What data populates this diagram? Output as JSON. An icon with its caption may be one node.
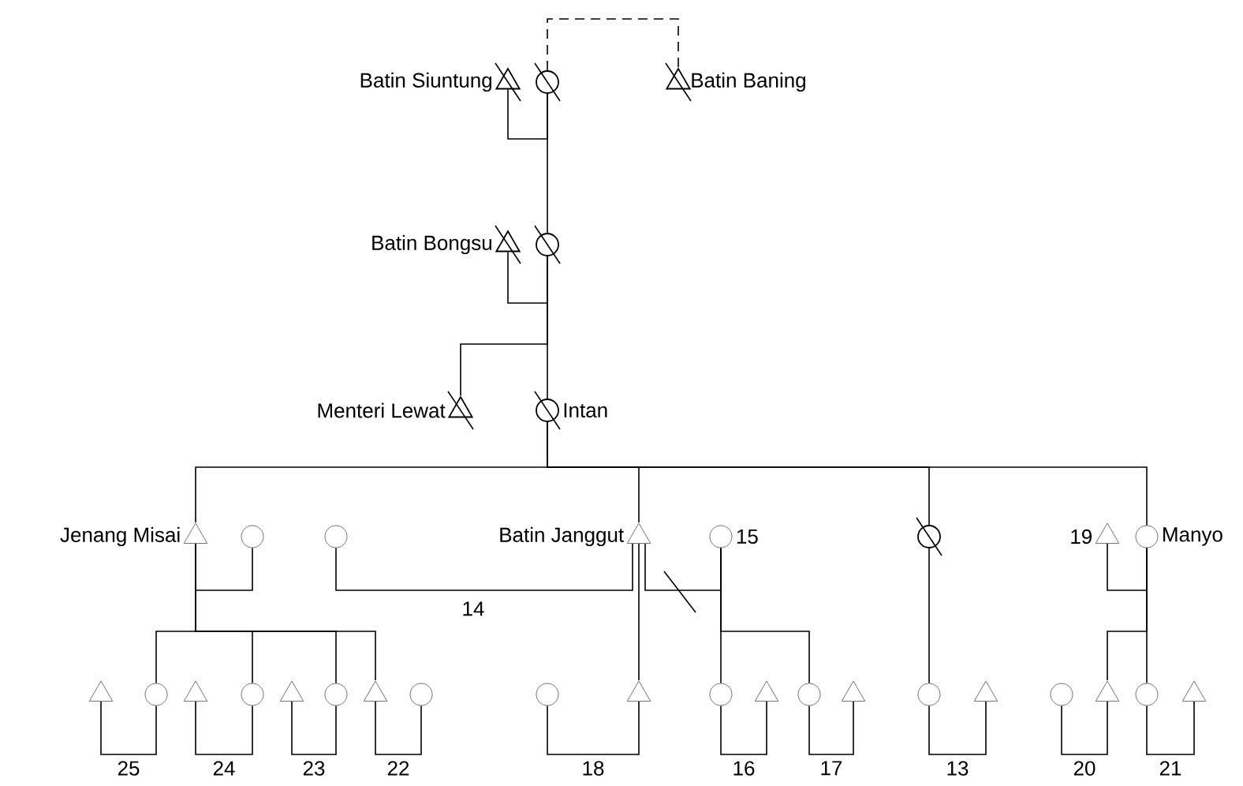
{
  "diagram": {
    "nodes": [
      {
        "text": [],
        "shape": "triangle",
        "beside": [
          "Batin Siuntung"
        ]
      },
      {
        "text": [],
        "shape": "circle"
      },
      {
        "text": [],
        "shape": "triangle",
        "beside": [
          "Batin Baning"
        ]
      },
      {
        "text": [],
        "shape": "triangle",
        "beside": [
          "Batin Bongsu"
        ]
      },
      {
        "text": [],
        "shape": "circle"
      },
      {
        "text": [],
        "shape": "triangle",
        "beside": [
          "Menteri Lewat"
        ]
      },
      {
        "text": [],
        "shape": "circle",
        "beside": [
          "Intan"
        ]
      },
      {
        "text": [],
        "shape": "triangle",
        "beside": [
          "Jenang Misai"
        ]
      },
      {
        "text": [],
        "shape": "circle"
      },
      {
        "text": [],
        "shape": "circle"
      },
      {
        "text": [],
        "shape": "triangle",
        "beside": [
          "Batin Janggut"
        ]
      },
      {
        "text": [],
        "shape": "circle",
        "beside": [
          "15"
        ]
      },
      {
        "text": [],
        "shape": "circle"
      },
      {
        "text": [],
        "shape": "triangle",
        "beside": [
          "19"
        ]
      },
      {
        "text": [],
        "shape": "circle",
        "beside": [
          "Manyo"
        ]
      },
      {
        "text": [],
        "shape": "triangle"
      },
      {
        "text": [],
        "shape": "circle"
      },
      {
        "text": [],
        "shape": "triangle"
      },
      {
        "text": [],
        "shape": "circle"
      },
      {
        "text": [],
        "shape": "triangle"
      },
      {
        "text": [],
        "shape": "circle"
      },
      {
        "text": [],
        "shape": "triangle"
      },
      {
        "text": [],
        "shape": "circle"
      },
      {
        "text": [],
        "shape": "circle"
      },
      {
        "text": [],
        "shape": "triangle"
      },
      {
        "text": [],
        "shape": "circle"
      },
      {
        "text": [],
        "shape": "triangle"
      },
      {
        "text": [],
        "shape": "circle"
      },
      {
        "text": [],
        "shape": "triangle"
      },
      {
        "text": [],
        "shape": "circle"
      },
      {
        "text": [],
        "shape": "triangle"
      },
      {
        "text": [],
        "shape": "circle"
      },
      {
        "text": [],
        "shape": "triangle"
      },
      {
        "text": [],
        "shape": "circle"
      },
      {
        "text": [],
        "shape": "triangle"
      }
    ],
    "edges": [
      {
        "from": 0,
        "to": 1,
        "arrow": "none"
      },
      {
        "from": 1,
        "to": 2,
        "arrow": "none",
        "style": "dashed"
      },
      {
        "from": 1,
        "to": 4,
        "arrow": "none"
      },
      {
        "from": 3,
        "to": 4,
        "arrow": "none"
      },
      {
        "from": 4,
        "to": 5,
        "arrow": "none"
      },
      {
        "from": 4,
        "to": 6,
        "arrow": "none"
      },
      {
        "from": 6,
        "to": 7,
        "arrow": "none"
      },
      {
        "from": 6,
        "to": 10,
        "arrow": "none"
      },
      {
        "from": 6,
        "to": 12,
        "arrow": "none"
      },
      {
        "from": 6,
        "to": 14,
        "arrow": "none"
      },
      {
        "from": 7,
        "to": 8,
        "arrow": "none"
      },
      {
        "from": 7,
        "to": 16,
        "arrow": "none"
      },
      {
        "from": 7,
        "to": 18,
        "arrow": "none"
      },
      {
        "from": 7,
        "to": 20,
        "arrow": "none"
      },
      {
        "from": 7,
        "to": 21,
        "arrow": "none"
      },
      {
        "from": 9,
        "to": 10,
        "arrow": "none",
        "label": "14"
      },
      {
        "from": 10,
        "to": 11,
        "arrow": "none"
      },
      {
        "from": 10,
        "to": 24,
        "arrow": "none"
      },
      {
        "from": 11,
        "to": 25,
        "arrow": "none"
      },
      {
        "from": 11,
        "to": 27,
        "arrow": "none"
      },
      {
        "from": 12,
        "to": 29,
        "arrow": "none"
      },
      {
        "from": 13,
        "to": 14,
        "arrow": "none"
      },
      {
        "from": 14,
        "to": 32,
        "arrow": "none"
      },
      {
        "from": 14,
        "to": 33,
        "arrow": "none"
      },
      {
        "from": 15,
        "to": 16,
        "arrow": "none",
        "label": "25"
      },
      {
        "from": 17,
        "to": 18,
        "arrow": "none",
        "label": "24"
      },
      {
        "from": 19,
        "to": 20,
        "arrow": "none",
        "label": "23"
      },
      {
        "from": 21,
        "to": 22,
        "arrow": "none",
        "label": "22"
      },
      {
        "from": 23,
        "to": 24,
        "arrow": "none",
        "label": "18"
      },
      {
        "from": 25,
        "to": 26,
        "arrow": "none",
        "label": "16"
      },
      {
        "from": 27,
        "to": 28,
        "arrow": "none",
        "label": "17"
      },
      {
        "from": 29,
        "to": 30,
        "arrow": "none",
        "label": "13"
      },
      {
        "from": 31,
        "to": 32,
        "arrow": "none",
        "label": "20"
      },
      {
        "from": 33,
        "to": 34,
        "arrow": "none",
        "label": "21"
      }
    ]
  }
}
